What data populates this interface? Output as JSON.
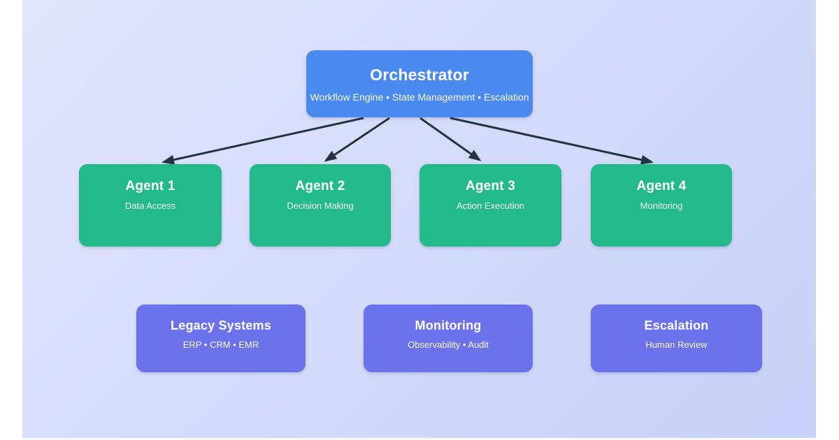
{
  "diagram": {
    "orchestrator": {
      "title": "Orchestrator",
      "subtitle": "Workflow Engine • State Management • Escalation"
    },
    "agents": [
      {
        "title": "Agent 1",
        "subtitle": "Data Access"
      },
      {
        "title": "Agent 2",
        "subtitle": "Decision Making"
      },
      {
        "title": "Agent 3",
        "subtitle": "Action Execution"
      },
      {
        "title": "Agent 4",
        "subtitle": "Monitoring"
      }
    ],
    "systems": [
      {
        "title": "Legacy Systems",
        "subtitle": "ERP • CRM • EMR"
      },
      {
        "title": "Monitoring",
        "subtitle": "Observability • Audit"
      },
      {
        "title": "Escalation",
        "subtitle": "Human Review"
      }
    ],
    "colors": {
      "orchestrator_fill": "#4a89ee",
      "agent_fill": "#23b98b",
      "system_fill": "#6c73ea",
      "arrow": "#253241",
      "canvas_gradient_from": "#e1e6fc",
      "canvas_gradient_to": "#c8d1f8",
      "page_background": "#ffffff",
      "text": "#ffffff"
    }
  }
}
